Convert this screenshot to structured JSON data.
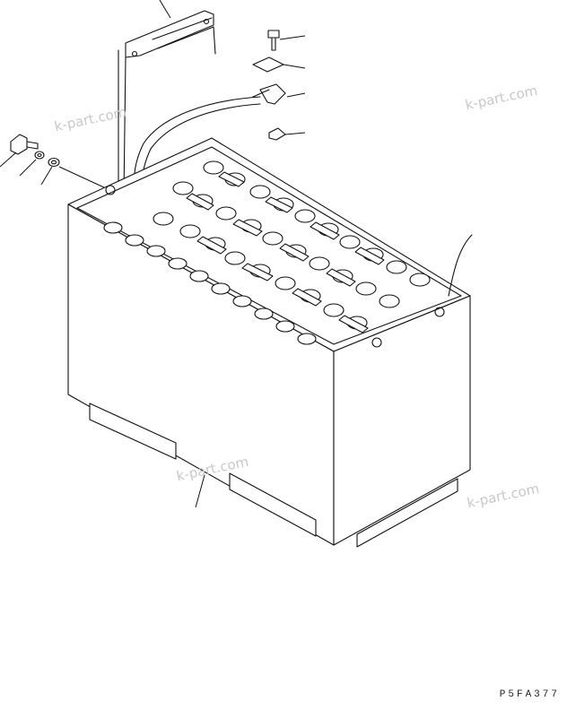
{
  "watermarks": {
    "wm1": "k-part.com",
    "wm2": "k-part.com",
    "wm3": "k-part.com",
    "wm4": "k-part.com"
  },
  "drawing_code": "P5FA377",
  "colors": {
    "line": "#111111",
    "watermark": "#c8c8c8",
    "background": "#ffffff"
  }
}
